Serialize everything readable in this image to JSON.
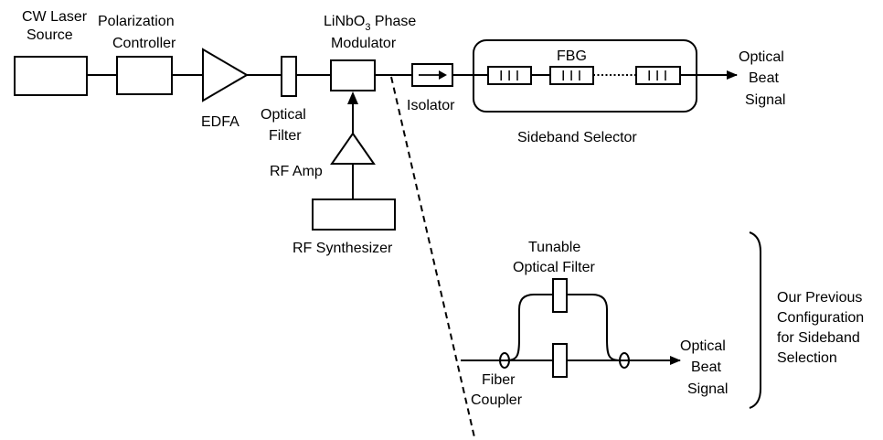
{
  "labels": {
    "cw_laser": [
      "CW Laser",
      "Source"
    ],
    "pol_ctrl": [
      "Polarization",
      "Controller"
    ],
    "modulator_line1_pre": "LiNbO",
    "modulator_line1_sub": "3",
    "modulator_line1_post": " Phase",
    "modulator_line2": "Modulator",
    "fbg": "FBG",
    "fbg_marks": "I I I",
    "optical_beat_top": [
      "Optical",
      "Beat",
      "Signal"
    ],
    "edfa": "EDFA",
    "optical_filter": [
      "Optical",
      "Filter"
    ],
    "isolator": "Isolator",
    "sideband_selector": "Sideband Selector",
    "rf_amp": "RF Amp",
    "rf_synth": "RF Synthesizer",
    "tunable_filter": [
      "Tunable",
      "Optical Filter"
    ],
    "optical_beat_bottom": [
      "Optical",
      "Beat",
      "Signal"
    ],
    "fiber_coupler": [
      "Fiber",
      "Coupler"
    ],
    "previous_config": [
      "Our Previous",
      "Configuration",
      "for Sideband",
      "Selection"
    ]
  }
}
